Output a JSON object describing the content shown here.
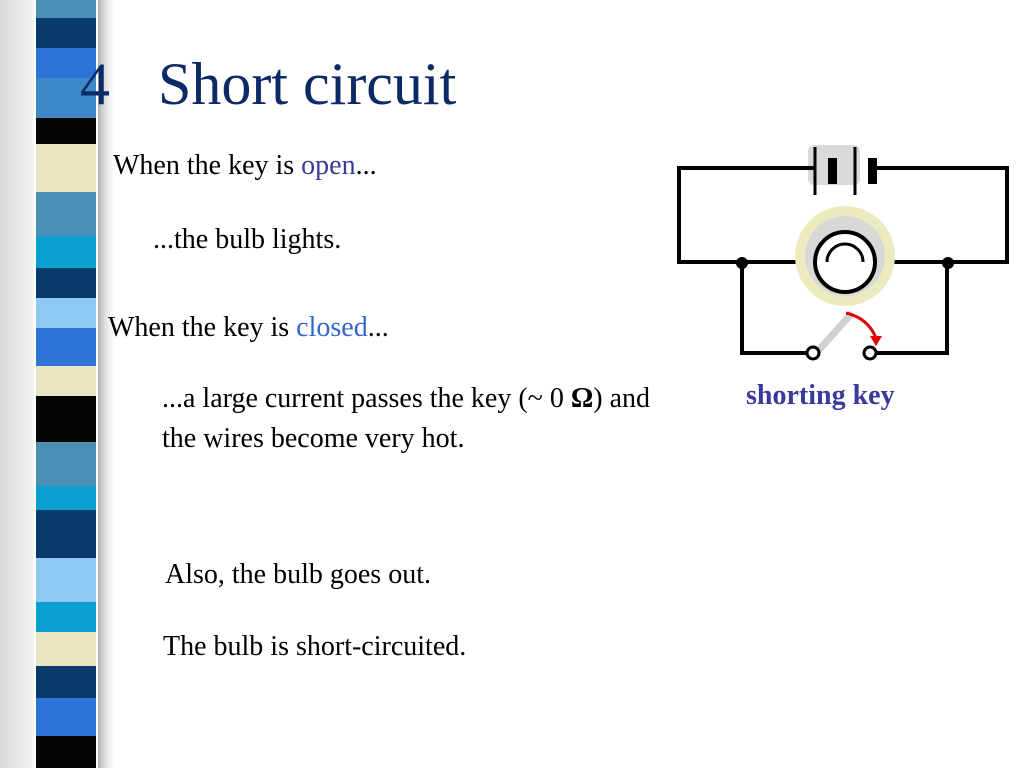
{
  "slide": {
    "title_number": "4",
    "title_text": "Short circuit",
    "line1_prefix": "When the key is ",
    "line1_highlight": "open",
    "line1_suffix": "...",
    "line2": "...the bulb lights.",
    "line3_prefix": "When the key is ",
    "line3_highlight": "closed",
    "line3_suffix": "...",
    "line4_part1": "...a large current passes the key (~ 0 ",
    "line4_ohm": "Ω",
    "line4_part2": ") and the wires become very hot.",
    "line5": "Also, the bulb goes out.",
    "line6": "The bulb is short-circuited."
  },
  "diagram": {
    "caption": "shorting key",
    "components": [
      "battery",
      "bulb",
      "shorting-key"
    ]
  },
  "colors": {
    "title": "#0b2a66",
    "open_highlight": "#3a3a9a",
    "closed_highlight": "#3366cc",
    "caption": "#3a3a9a",
    "key_arrow": "#e00000",
    "bulb_glow": "#ecebbf"
  }
}
